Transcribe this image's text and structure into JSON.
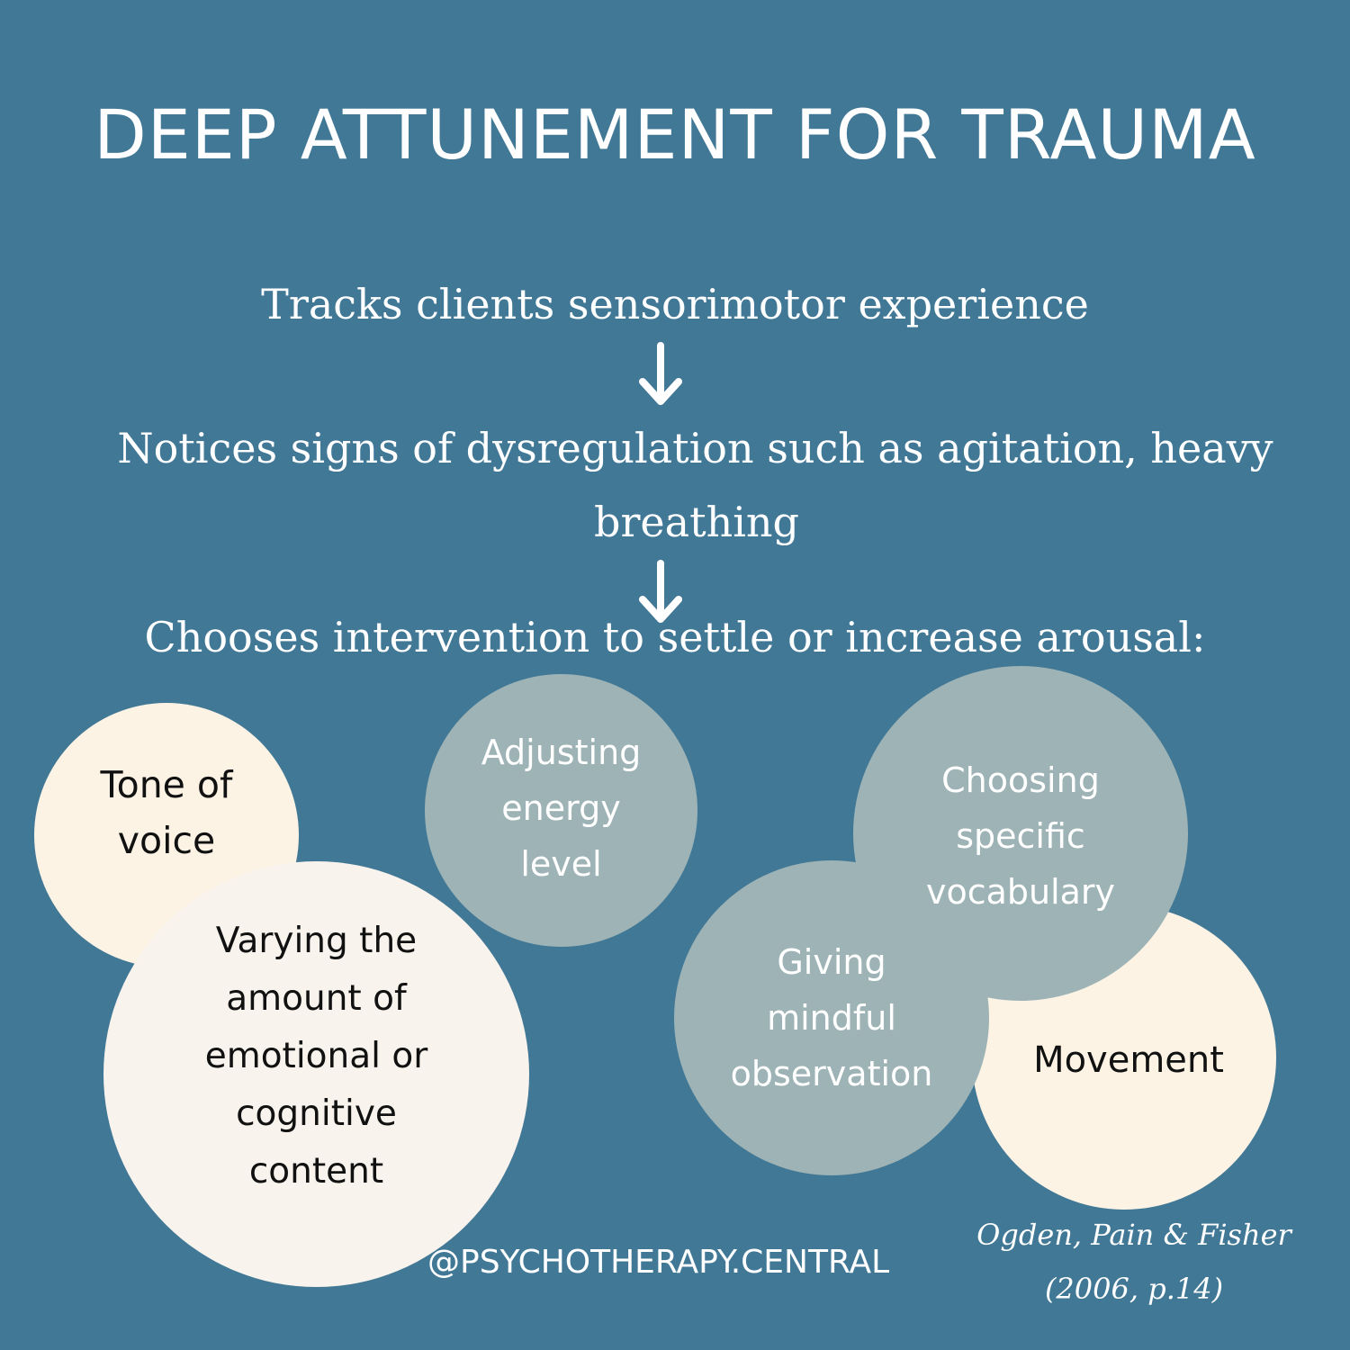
{
  "title": "DEEP ATTUNEMENT FOR TRAUMA",
  "steps": {
    "track": "Tracks  clients sensorimotor experience",
    "notice_line1": "Notices signs of dysregulation such as agitation, heavy",
    "notice_line2": "breathing",
    "choose": "Chooses intervention to settle or increase arousal:"
  },
  "interventions": {
    "tone": [
      "Tone of",
      "voice"
    ],
    "varying": [
      "Varying the",
      "amount of",
      "emotional or",
      "cognitive",
      "content"
    ],
    "energy": [
      "Adjusting",
      "energy",
      "level"
    ],
    "choosing": [
      "Choosing",
      "specific",
      "vocabulary"
    ],
    "giving": [
      "Giving",
      "mindful",
      "observation"
    ],
    "movement": [
      "Movement"
    ]
  },
  "footer": {
    "handle": "@PSYCHOTHERAPY.CENTRAL",
    "citation_line1": "Ogden, Pain & Fisher",
    "citation_line2": "(2006, p.14)"
  },
  "colors": {
    "background": "#417896",
    "cream_bubble": "#fcf3e5",
    "slate_bubble": "#9eb3b5",
    "text_light": "#ffffff",
    "text_dark": "#111111"
  },
  "icons": [
    "arrow-down-icon"
  ]
}
